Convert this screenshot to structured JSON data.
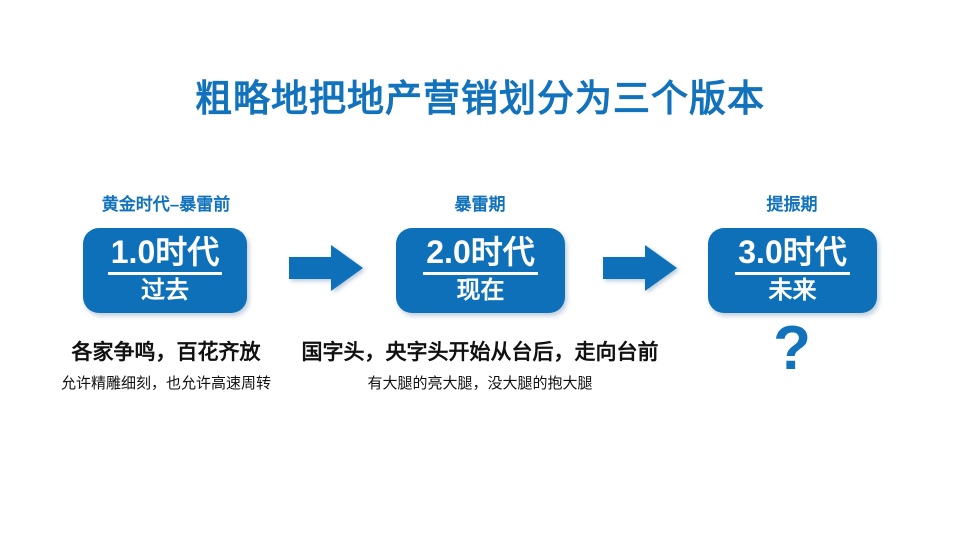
{
  "slide": {
    "title": "粗略地把地产营销划分为三个版本"
  },
  "colors": {
    "accent_blue": "#0E70B8",
    "title_blue": "#1273BC",
    "text_black": "#111111",
    "box_text_white": "#FFFFFF",
    "background": "#FFFFFF"
  },
  "stages": [
    {
      "label": "黄金时代–暴雷前",
      "era": "1.0时代",
      "period": "过去",
      "note_bold": "各家争鸣，百花齐放",
      "note_small": "允许精雕细刻，也允许高速周转"
    },
    {
      "label": "暴雷期",
      "era": "2.0时代",
      "period": "现在",
      "note_bold": "国字头，央字头开始从台后，走向台前",
      "note_small": "有大腿的亮大腿，没大腿的抱大腿"
    },
    {
      "label": "提振期",
      "era": "3.0时代",
      "period": "未来",
      "mark": "?"
    }
  ],
  "icons": {
    "arrow_1": "arrow-right-icon",
    "arrow_2": "arrow-right-icon"
  }
}
